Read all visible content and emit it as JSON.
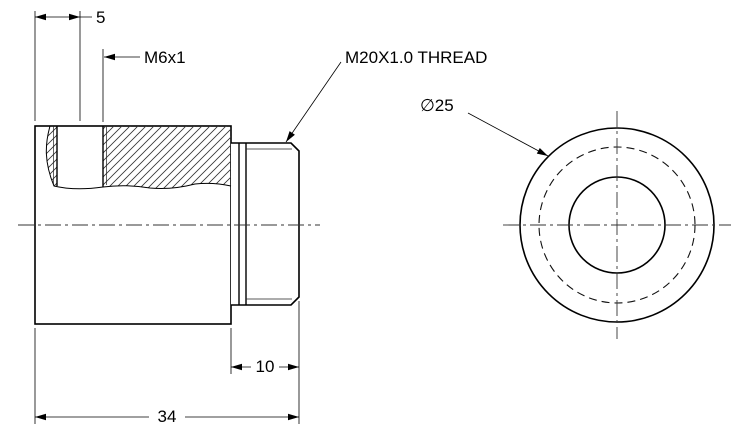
{
  "labels": {
    "dim_5": "5",
    "thread_m6": "M6x1",
    "thread_m20": "M20X1.0 THREAD",
    "diameter_25": "∅25",
    "dim_10": "10",
    "dim_34": "34"
  },
  "colors": {
    "line": "#000000",
    "background": "#ffffff"
  }
}
